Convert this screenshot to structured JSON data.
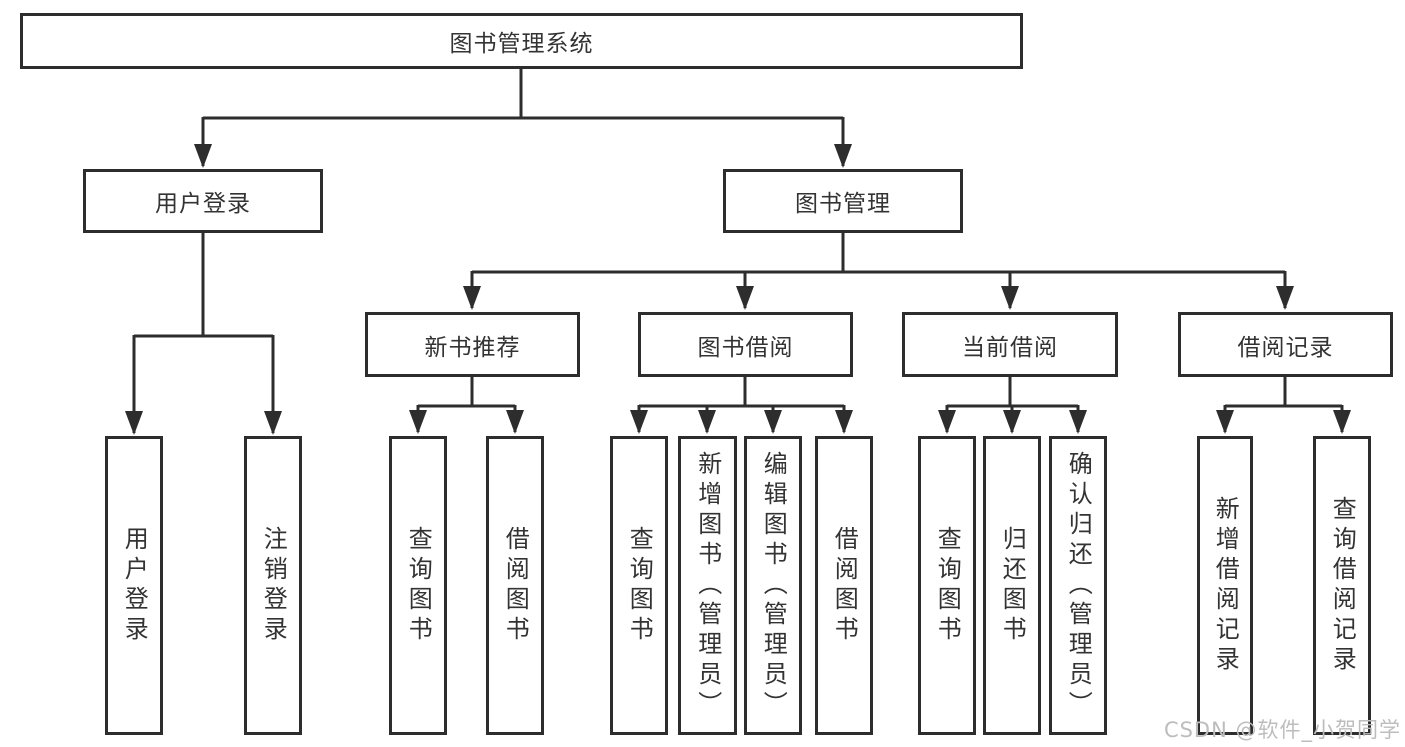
{
  "diagram": {
    "title": "图书管理系统",
    "branches": [
      {
        "label": "用户登录",
        "children": [
          "用户登录",
          "注销登录"
        ]
      },
      {
        "label": "图书管理",
        "sections": [
          {
            "label": "新书推荐",
            "children": [
              "查询图书",
              "借阅图书"
            ]
          },
          {
            "label": "图书借阅",
            "children": [
              "查询图书",
              "新增图书（管理员）",
              "编辑图书（管理员）",
              "借阅图书"
            ]
          },
          {
            "label": "当前借阅",
            "children": [
              "查询图书",
              "归还图书",
              "确认归还（管理员）"
            ]
          },
          {
            "label": "借阅记录",
            "children": [
              "新增借阅记录",
              "查询借阅记录"
            ]
          }
        ]
      }
    ]
  },
  "watermark": "CSDN @软件_小贺同学",
  "colors": {
    "line": "#2d2d2d",
    "text": "#333333",
    "watermark": "#bdbdbd",
    "background": "#ffffff"
  }
}
